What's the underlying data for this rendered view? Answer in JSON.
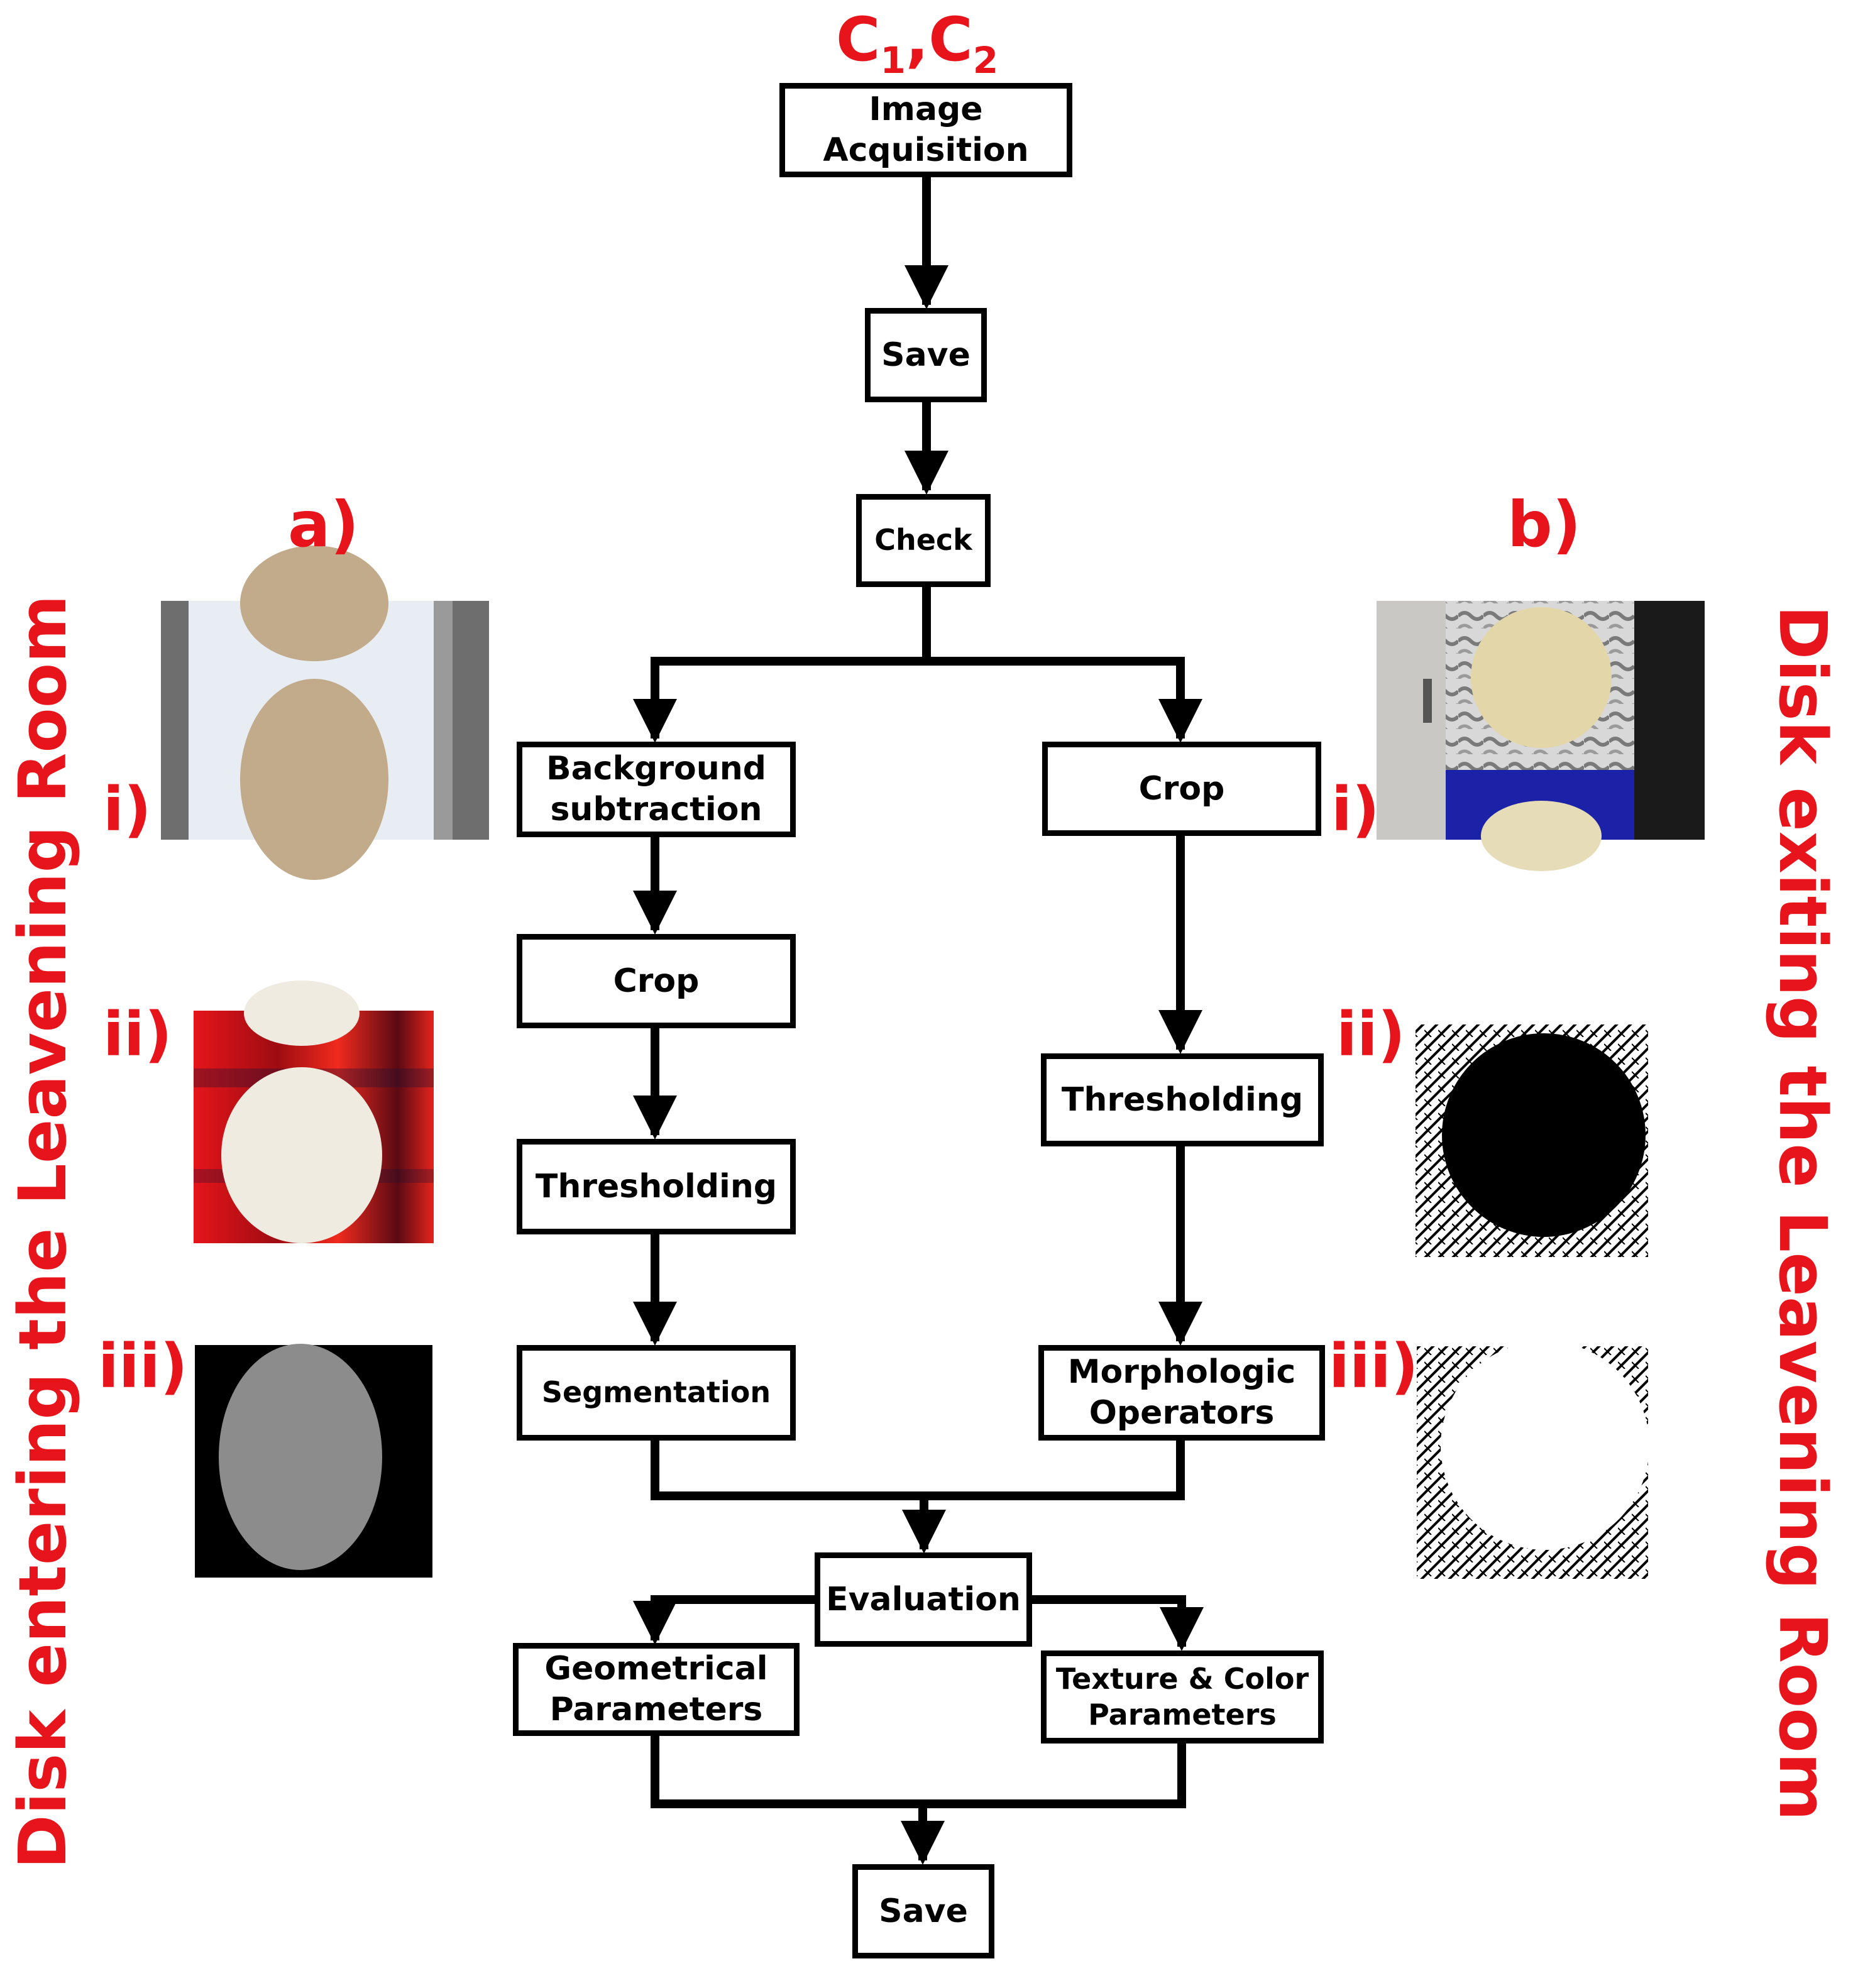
{
  "header": {
    "camera_prefix": "C",
    "camera_sub1": "1",
    "separator": ",",
    "camera_sub2": "2"
  },
  "flow": {
    "image_acquisition": "Image\nAcquisition",
    "save_top": "Save",
    "check": "Check",
    "left_branch": {
      "background_subtraction": "Background\nsubtraction",
      "crop": "Crop",
      "thresholding": "Thresholding",
      "segmentation": "Segmentation"
    },
    "right_branch": {
      "crop": "Crop",
      "thresholding": "Thresholding",
      "morphologic_operators": "Morphologic\nOperators"
    },
    "evaluation": "Evaluation",
    "geometrical_parameters": "Geometrical\nParameters",
    "texture_color_parameters": "Texture & Color\nParameters",
    "save_bottom": "Save"
  },
  "panel_a": {
    "label": "a)",
    "side_title": "Disk entering the Leavening Room",
    "steps": [
      "i)",
      "ii)",
      "iii)"
    ]
  },
  "panel_b": {
    "label": "b)",
    "side_title": "Disk exiting the Leavening Room",
    "steps": [
      "i)",
      "ii)",
      "iii)"
    ]
  },
  "colors": {
    "accent": "#e8141b",
    "line": "#000000"
  }
}
